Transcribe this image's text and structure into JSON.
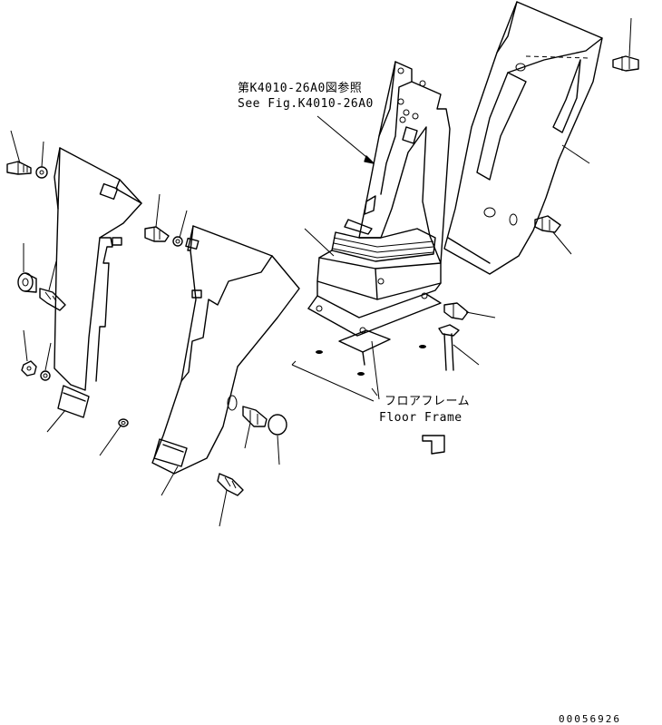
{
  "references": {
    "jp": "第K4010-26A0図参照",
    "en": "See Fig.K4010-26A0"
  },
  "floor_frame": {
    "jp": "フロアフレーム",
    "en": "Floor Frame"
  },
  "drawing_code": "00056926"
}
